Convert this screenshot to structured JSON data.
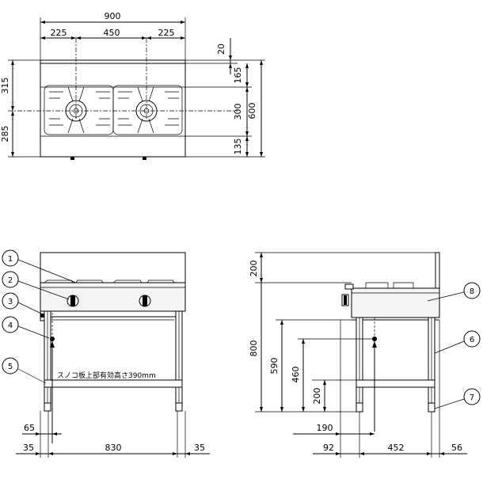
{
  "top_view": {
    "dims": {
      "overall_width": "900",
      "left_segment": "225",
      "middle_segment": "450",
      "right_segment": "225",
      "back_splash": "20",
      "upper_depth": "165",
      "burner_span": "300",
      "lower_depth": "135",
      "overall_depth": "600",
      "left_upper": "315",
      "left_lower": "285"
    }
  },
  "front_view": {
    "callouts": [
      "1",
      "2",
      "3",
      "4",
      "5"
    ],
    "note": "スノコ板上部有効高さ390mm",
    "dims": {
      "leg_offset": "65",
      "left_margin": "35",
      "inner_width": "830",
      "right_margin": "35"
    }
  },
  "side_view": {
    "callouts": [
      "8",
      "6",
      "7"
    ],
    "dims": {
      "top_height": "200",
      "total_height": "800",
      "height_590": "590",
      "height_460": "460",
      "height_200": "200",
      "offset_190": "190",
      "bottom_92": "92",
      "bottom_452": "452",
      "bottom_56": "56"
    }
  }
}
